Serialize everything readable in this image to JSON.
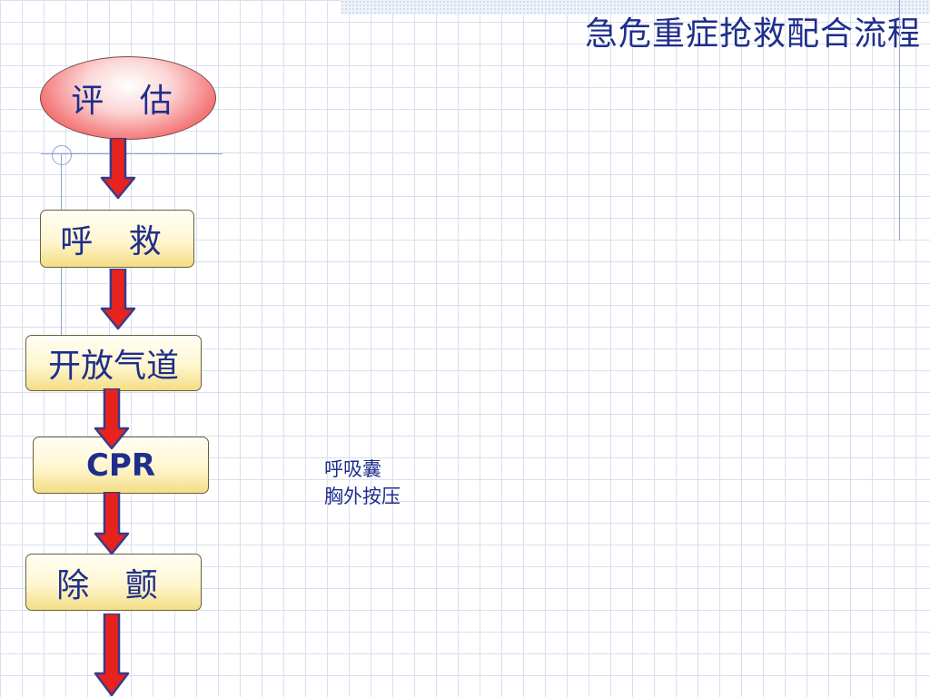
{
  "title": "急危重症抢救配合流程",
  "steps": [
    {
      "label": "评 估"
    },
    {
      "label": "呼 救"
    },
    {
      "label": "开放气道"
    },
    {
      "label": "CPR"
    },
    {
      "label": "除 颤"
    }
  ],
  "note": {
    "line1": "呼吸囊",
    "line2": "胸外按压"
  },
  "colors": {
    "text": "#1f2e8c",
    "arrow_fill": "#e8221c",
    "arrow_stroke": "#3a3a8a",
    "oval_fill": "#ef3030",
    "box_fill": "#fff6cf"
  }
}
